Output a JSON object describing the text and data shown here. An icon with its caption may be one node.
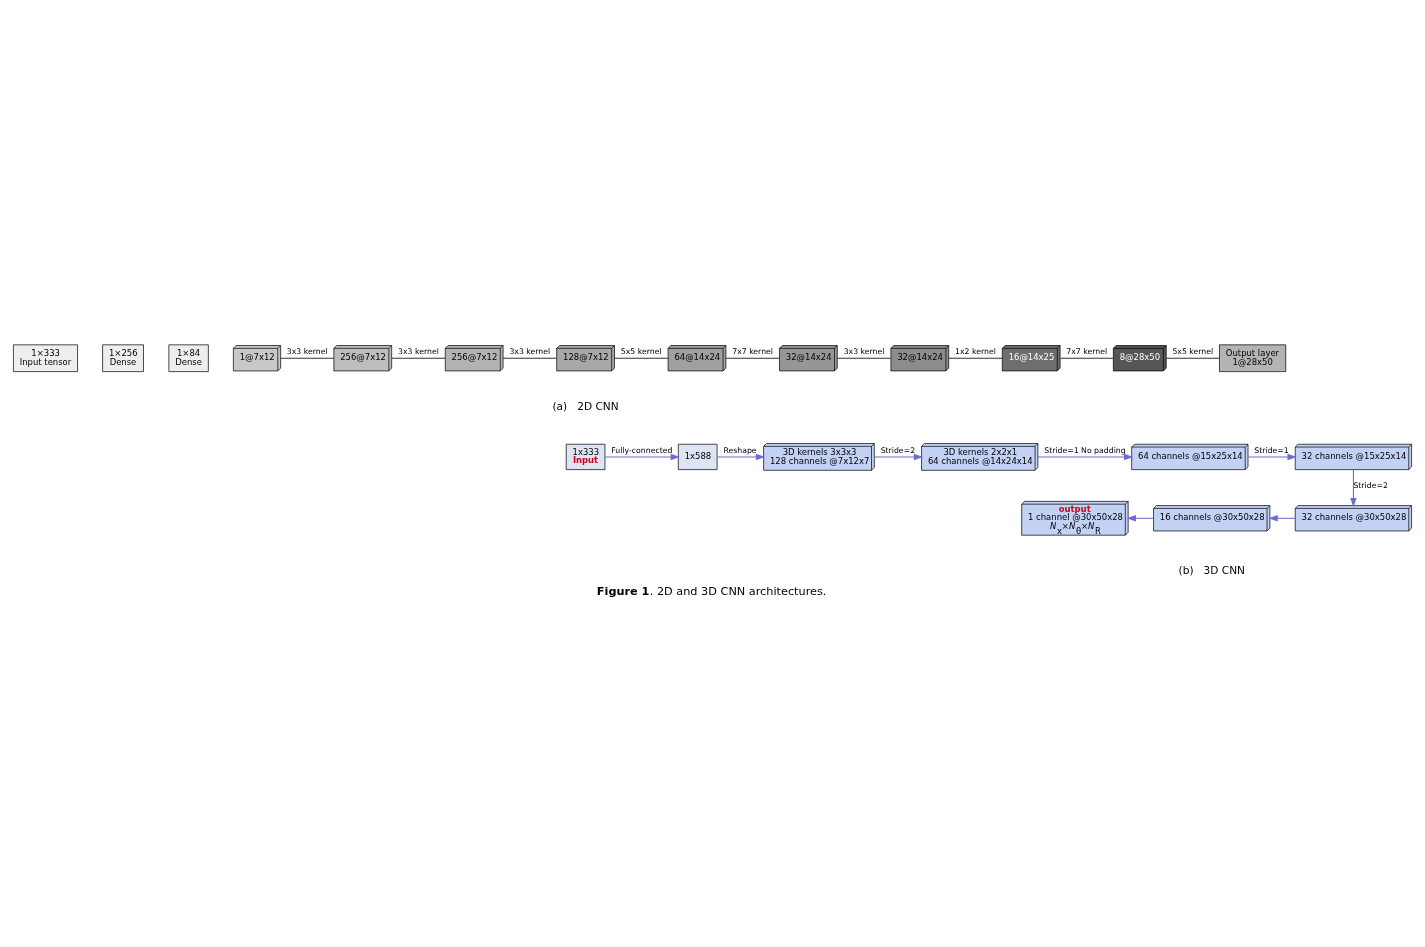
{
  "diagram": {
    "caption": "**Figure 1**. 2D and 3D CNN architectures.",
    "nodes": [
      {
        "text": [
          "1×333",
          "Input tensor"
        ]
      },
      {
        "text": [
          "1×256",
          "Dense"
        ]
      },
      {
        "text": [
          "1×84",
          "Dense"
        ]
      },
      {
        "text": [
          "1@7x12"
        ]
      },
      {
        "text": [
          "256@7x12"
        ]
      },
      {
        "text": [
          "256@7x12"
        ]
      },
      {
        "text": [
          "128@7x12"
        ]
      },
      {
        "text": [
          "64@14x24"
        ]
      },
      {
        "text": [
          "32@14x24"
        ]
      },
      {
        "text": [
          "32@14x24"
        ]
      },
      {
        "text": [
          "16@14x25"
        ]
      },
      {
        "text": [
          "8@28x50"
        ]
      },
      {
        "text": [
          "Output layer",
          "1@28x50"
        ]
      },
      {
        "text": [
          "1x333",
          "Input"
        ]
      },
      {
        "text": [
          "1x588"
        ]
      },
      {
        "text": [
          "3D kernels 3x3x3",
          "128 channels @7x12x7"
        ]
      },
      {
        "text": [
          "3D kernels 2x2x1",
          "64 channels @14x24x14"
        ]
      },
      {
        "text": [
          "64 channels @15x25x14"
        ]
      },
      {
        "text": [
          "32 channels @15x25x14"
        ]
      },
      {
        "text": [
          "32 channels @30x50x28"
        ]
      },
      {
        "text": [
          "16 channels @30x50x28"
        ]
      },
      {
        "text": [
          "output",
          "1 channel @30x50x28",
          "*N*$_{x}$×*N*$_{θ}$×*N*$_{R}$"
        ]
      }
    ],
    "edges": [
      {
        "from": 3,
        "to": 4,
        "arrow": "none",
        "label": "3x3 kernel"
      },
      {
        "from": 4,
        "to": 5,
        "arrow": "none",
        "label": "3x3 kernel"
      },
      {
        "from": 5,
        "to": 6,
        "arrow": "none",
        "label": "3x3 kernel"
      },
      {
        "from": 6,
        "to": 7,
        "arrow": "none",
        "label": "5x5 kernel"
      },
      {
        "from": 7,
        "to": 8,
        "arrow": "none",
        "label": "7x7 kernel"
      },
      {
        "from": 8,
        "to": 9,
        "arrow": "none",
        "label": "3x3 kernel"
      },
      {
        "from": 9,
        "to": 10,
        "arrow": "none",
        "label": "1x2 kernel"
      },
      {
        "from": 10,
        "to": 11,
        "arrow": "none",
        "label": "7x7 kernel"
      },
      {
        "from": 11,
        "to": 12,
        "arrow": "none",
        "label": "5x5 kernel"
      },
      {
        "from": 13,
        "to": 14,
        "arrow": "to",
        "label": "Fully-connected",
        "color": "#6a6ad0"
      },
      {
        "from": 14,
        "to": 15,
        "arrow": "to",
        "label": "Reshape",
        "color": "#6a6ad0"
      },
      {
        "from": 15,
        "to": 16,
        "arrow": "to",
        "label": "Stride=2",
        "color": "#6a6ad0"
      },
      {
        "from": 16,
        "to": 17,
        "arrow": "to",
        "label": "Stride=1 No padding",
        "color": "#6a6ad0"
      },
      {
        "from": 17,
        "to": 18,
        "arrow": "to",
        "label": "Stride=1",
        "color": "#6a6ad0"
      },
      {
        "from": 18,
        "to": 19,
        "arrow": "to",
        "label": "Stride=2",
        "color": "#6a6ad0"
      },
      {
        "from": 19,
        "to": 20,
        "arrow": "to",
        "color": "#6a6ad0"
      },
      {
        "from": 20,
        "to": 21,
        "arrow": "to",
        "color": "#6a6ad0"
      }
    ],
    "labels": [
      "(a)   2D CNN",
      "(b)   3D CNN"
    ]
  }
}
